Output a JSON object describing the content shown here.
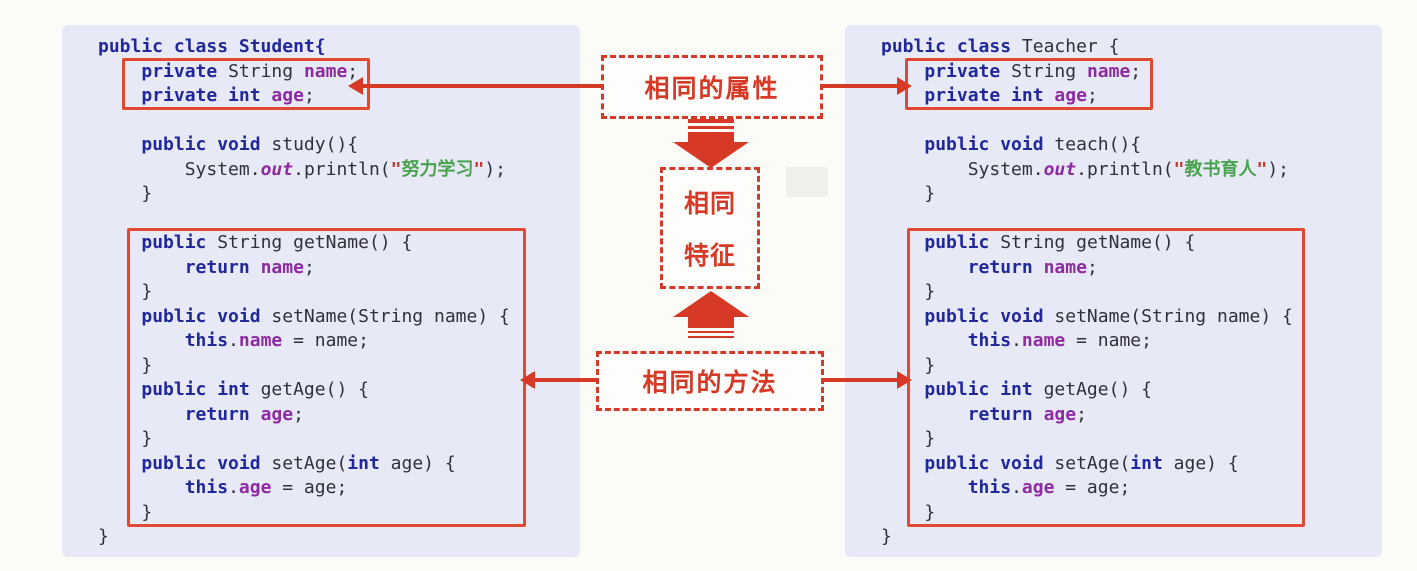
{
  "colors": {
    "accent_red": "#d63a26",
    "panel_bg": "#e7e9f7",
    "code_keyword": "#20289a",
    "code_plain": "#30303c",
    "code_field": "#8e2ba2",
    "code_string": "#49a34d",
    "code_quote": "#c03a2c"
  },
  "labels": {
    "same_attributes": "相同的属性",
    "same_feature_top": "相同",
    "same_feature_bottom": "特征",
    "same_methods": "相同的方法"
  },
  "left_panel": {
    "title": "Student",
    "lines": [
      {
        "i": 0,
        "t": [
          [
            "kw",
            "public class Student{"
          ]
        ]
      },
      {
        "i": 4,
        "t": [
          [
            "kw",
            "private"
          ],
          [
            "pl",
            " "
          ],
          [
            "id",
            "String"
          ],
          [
            "pl",
            " "
          ],
          [
            "fld",
            "name"
          ],
          [
            "pl",
            ";"
          ]
        ]
      },
      {
        "i": 4,
        "t": [
          [
            "kw",
            "private int"
          ],
          [
            "pl",
            " "
          ],
          [
            "fld",
            "age"
          ],
          [
            "pl",
            ";"
          ]
        ]
      },
      {
        "i": 0,
        "t": []
      },
      {
        "i": 4,
        "t": [
          [
            "kw",
            "public void"
          ],
          [
            "pl",
            " "
          ],
          [
            "id",
            "study"
          ],
          [
            "pl",
            "(){"
          ]
        ]
      },
      {
        "i": 8,
        "t": [
          [
            "id",
            "System"
          ],
          [
            "pl",
            "."
          ],
          [
            "out",
            "out"
          ],
          [
            "pl",
            "."
          ],
          [
            "id",
            "println"
          ],
          [
            "pl",
            "("
          ],
          [
            "q",
            "\""
          ],
          [
            "str",
            "努力学习"
          ],
          [
            "q",
            "\""
          ],
          [
            "pl",
            ");"
          ]
        ]
      },
      {
        "i": 4,
        "t": [
          [
            "pl",
            "}"
          ]
        ]
      },
      {
        "i": 0,
        "t": []
      },
      {
        "i": 4,
        "t": [
          [
            "kw",
            "public"
          ],
          [
            "pl",
            " "
          ],
          [
            "id",
            "String"
          ],
          [
            "pl",
            " "
          ],
          [
            "id",
            "getName"
          ],
          [
            "pl",
            "() {"
          ]
        ]
      },
      {
        "i": 8,
        "t": [
          [
            "kw",
            "return"
          ],
          [
            "pl",
            " "
          ],
          [
            "fld",
            "name"
          ],
          [
            "pl",
            ";"
          ]
        ]
      },
      {
        "i": 4,
        "t": [
          [
            "pl",
            "}"
          ]
        ]
      },
      {
        "i": 4,
        "t": [
          [
            "kw",
            "public void"
          ],
          [
            "pl",
            " "
          ],
          [
            "id",
            "setName"
          ],
          [
            "pl",
            "("
          ],
          [
            "id",
            "String"
          ],
          [
            "pl",
            " name) {"
          ]
        ]
      },
      {
        "i": 8,
        "t": [
          [
            "kw",
            "this"
          ],
          [
            "pl",
            "."
          ],
          [
            "fld",
            "name"
          ],
          [
            "pl",
            " = name;"
          ]
        ]
      },
      {
        "i": 4,
        "t": [
          [
            "pl",
            "}"
          ]
        ]
      },
      {
        "i": 4,
        "t": [
          [
            "kw",
            "public int"
          ],
          [
            "pl",
            " "
          ],
          [
            "id",
            "getAge"
          ],
          [
            "pl",
            "() {"
          ]
        ]
      },
      {
        "i": 8,
        "t": [
          [
            "kw",
            "return"
          ],
          [
            "pl",
            " "
          ],
          [
            "fld",
            "age"
          ],
          [
            "pl",
            ";"
          ]
        ]
      },
      {
        "i": 4,
        "t": [
          [
            "pl",
            "}"
          ]
        ]
      },
      {
        "i": 4,
        "t": [
          [
            "kw",
            "public void"
          ],
          [
            "pl",
            " "
          ],
          [
            "id",
            "setAge"
          ],
          [
            "pl",
            "("
          ],
          [
            "kw",
            "int"
          ],
          [
            "pl",
            " age) {"
          ]
        ]
      },
      {
        "i": 8,
        "t": [
          [
            "kw",
            "this"
          ],
          [
            "pl",
            "."
          ],
          [
            "fld",
            "age"
          ],
          [
            "pl",
            " = age;"
          ]
        ]
      },
      {
        "i": 4,
        "t": [
          [
            "pl",
            "}"
          ]
        ]
      },
      {
        "i": 0,
        "t": [
          [
            "pl",
            "}"
          ]
        ]
      }
    ]
  },
  "right_panel": {
    "title": "Teacher",
    "lines": [
      {
        "i": 0,
        "t": [
          [
            "kw",
            "public class"
          ],
          [
            "pl",
            " "
          ],
          [
            "id",
            "Teacher"
          ],
          [
            "pl",
            " {"
          ]
        ]
      },
      {
        "i": 4,
        "t": [
          [
            "kw",
            "private"
          ],
          [
            "pl",
            " "
          ],
          [
            "id",
            "String"
          ],
          [
            "pl",
            " "
          ],
          [
            "fld",
            "name"
          ],
          [
            "pl",
            ";"
          ]
        ]
      },
      {
        "i": 4,
        "t": [
          [
            "kw",
            "private int"
          ],
          [
            "pl",
            " "
          ],
          [
            "fld",
            "age"
          ],
          [
            "pl",
            ";"
          ]
        ]
      },
      {
        "i": 0,
        "t": []
      },
      {
        "i": 4,
        "t": [
          [
            "kw",
            "public void"
          ],
          [
            "pl",
            " "
          ],
          [
            "id",
            "teach"
          ],
          [
            "pl",
            "(){"
          ]
        ]
      },
      {
        "i": 8,
        "t": [
          [
            "id",
            "System"
          ],
          [
            "pl",
            "."
          ],
          [
            "out",
            "out"
          ],
          [
            "pl",
            "."
          ],
          [
            "id",
            "println"
          ],
          [
            "pl",
            "("
          ],
          [
            "q",
            "\""
          ],
          [
            "str",
            "教书育人"
          ],
          [
            "q",
            "\""
          ],
          [
            "pl",
            ");"
          ]
        ]
      },
      {
        "i": 4,
        "t": [
          [
            "pl",
            "}"
          ]
        ]
      },
      {
        "i": 0,
        "t": []
      },
      {
        "i": 4,
        "t": [
          [
            "kw",
            "public"
          ],
          [
            "pl",
            " "
          ],
          [
            "id",
            "String"
          ],
          [
            "pl",
            " "
          ],
          [
            "id",
            "getName"
          ],
          [
            "pl",
            "() {"
          ]
        ]
      },
      {
        "i": 8,
        "t": [
          [
            "kw",
            "return"
          ],
          [
            "pl",
            " "
          ],
          [
            "fld",
            "name"
          ],
          [
            "pl",
            ";"
          ]
        ]
      },
      {
        "i": 4,
        "t": [
          [
            "pl",
            "}"
          ]
        ]
      },
      {
        "i": 4,
        "t": [
          [
            "kw",
            "public void"
          ],
          [
            "pl",
            " "
          ],
          [
            "id",
            "setName"
          ],
          [
            "pl",
            "("
          ],
          [
            "id",
            "String"
          ],
          [
            "pl",
            " name) {"
          ]
        ]
      },
      {
        "i": 8,
        "t": [
          [
            "kw",
            "this"
          ],
          [
            "pl",
            "."
          ],
          [
            "fld",
            "name"
          ],
          [
            "pl",
            " = name;"
          ]
        ]
      },
      {
        "i": 4,
        "t": [
          [
            "pl",
            "}"
          ]
        ]
      },
      {
        "i": 4,
        "t": [
          [
            "kw",
            "public int"
          ],
          [
            "pl",
            " "
          ],
          [
            "id",
            "getAge"
          ],
          [
            "pl",
            "() {"
          ]
        ]
      },
      {
        "i": 8,
        "t": [
          [
            "kw",
            "return"
          ],
          [
            "pl",
            " "
          ],
          [
            "fld",
            "age"
          ],
          [
            "pl",
            ";"
          ]
        ]
      },
      {
        "i": 4,
        "t": [
          [
            "pl",
            "}"
          ]
        ]
      },
      {
        "i": 4,
        "t": [
          [
            "kw",
            "public void"
          ],
          [
            "pl",
            " "
          ],
          [
            "id",
            "setAge"
          ],
          [
            "pl",
            "("
          ],
          [
            "kw",
            "int"
          ],
          [
            "pl",
            " age) {"
          ]
        ]
      },
      {
        "i": 8,
        "t": [
          [
            "kw",
            "this"
          ],
          [
            "pl",
            "."
          ],
          [
            "fld",
            "age"
          ],
          [
            "pl",
            " = age;"
          ]
        ]
      },
      {
        "i": 4,
        "t": [
          [
            "pl",
            "}"
          ]
        ]
      },
      {
        "i": 0,
        "t": [
          [
            "pl",
            "}"
          ]
        ]
      }
    ]
  }
}
